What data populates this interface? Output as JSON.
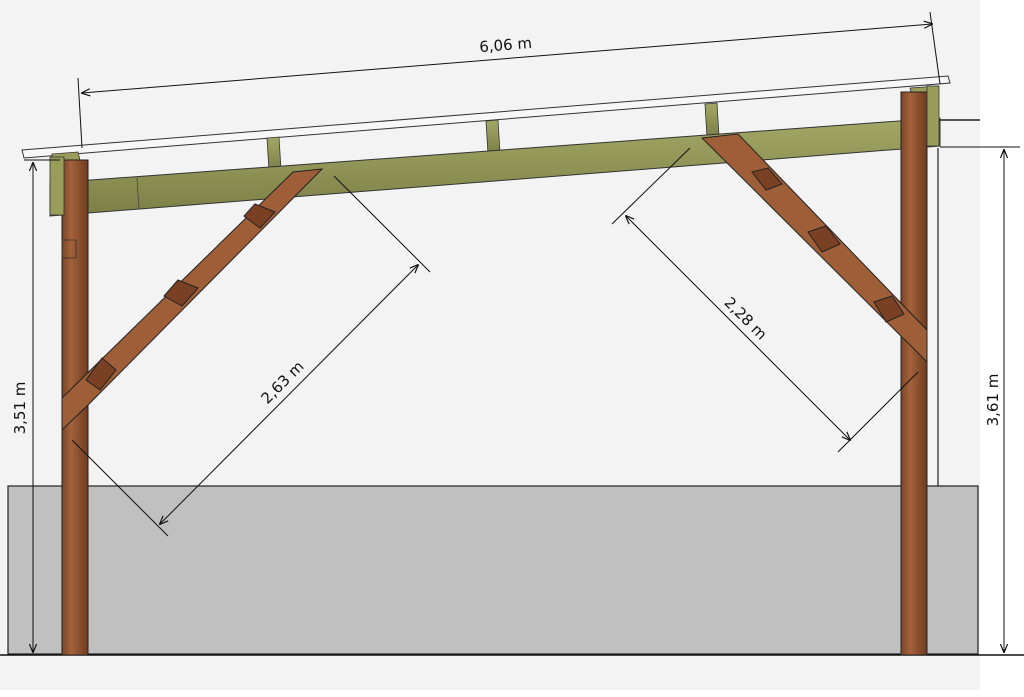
{
  "dimensions": {
    "roof_length": "6,06 m",
    "left_post_height": "3,51 m",
    "right_post_height": "3,61 m",
    "left_brace_length": "2,63 m",
    "right_brace_length": "2,28 m"
  },
  "colors": {
    "background": "#f3f3f3",
    "ground": "#c0c0c0",
    "post_wood": "#9a5a36",
    "beam_wood": "#8f9253",
    "roof_panel": "#f7f7f7",
    "dimension_line": "#111111"
  }
}
